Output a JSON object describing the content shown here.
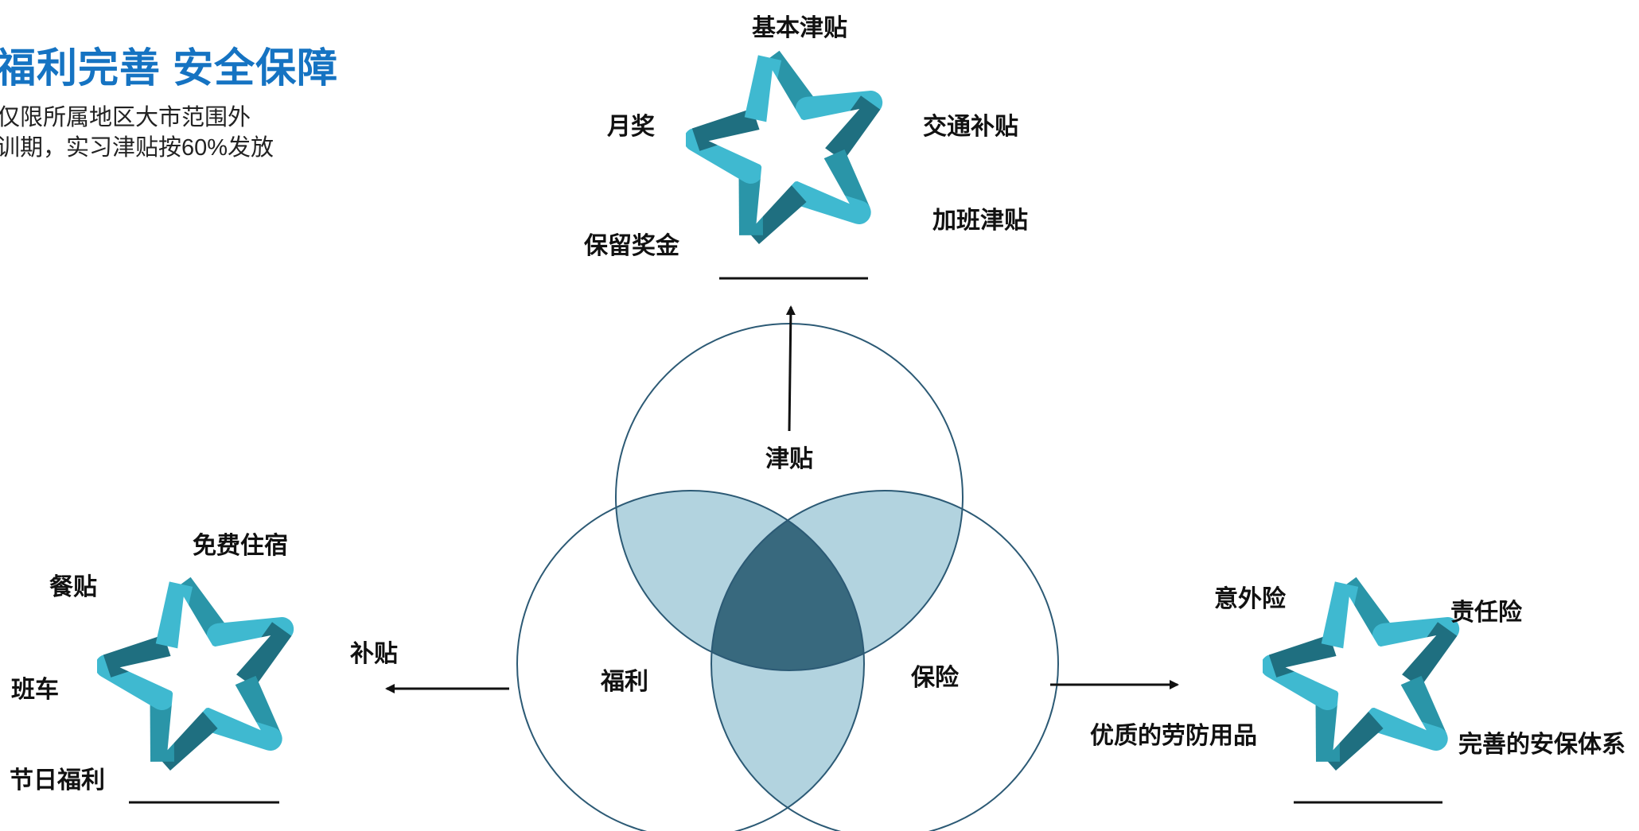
{
  "header": {
    "title": "福利完善 安全保障",
    "notes": [
      "仅限所属地区大市范围外",
      "训期，实习津贴按60%发放"
    ]
  },
  "venn": {
    "circles": [
      "津贴",
      "福利",
      "保险"
    ],
    "colors": {
      "stroke": "#2c5a75",
      "pair_overlap": "#b2d3df",
      "center_overlap": "#38697e"
    }
  },
  "groups": {
    "allowance": {
      "items": [
        "基本津贴",
        "交通补贴",
        "加班津贴",
        "保留奖金",
        "月奖"
      ]
    },
    "benefit": {
      "title": "补贴",
      "items": [
        "免费住宿",
        "餐贴",
        "班车",
        "节日福利"
      ]
    },
    "insurance": {
      "items": [
        "意外险",
        "责任险",
        "完善的安保体系",
        "优质的劳防用品"
      ]
    }
  },
  "star_colors": {
    "light": "#3fb9d0",
    "mid": "#2a95a8",
    "dark": "#1f6f80"
  }
}
